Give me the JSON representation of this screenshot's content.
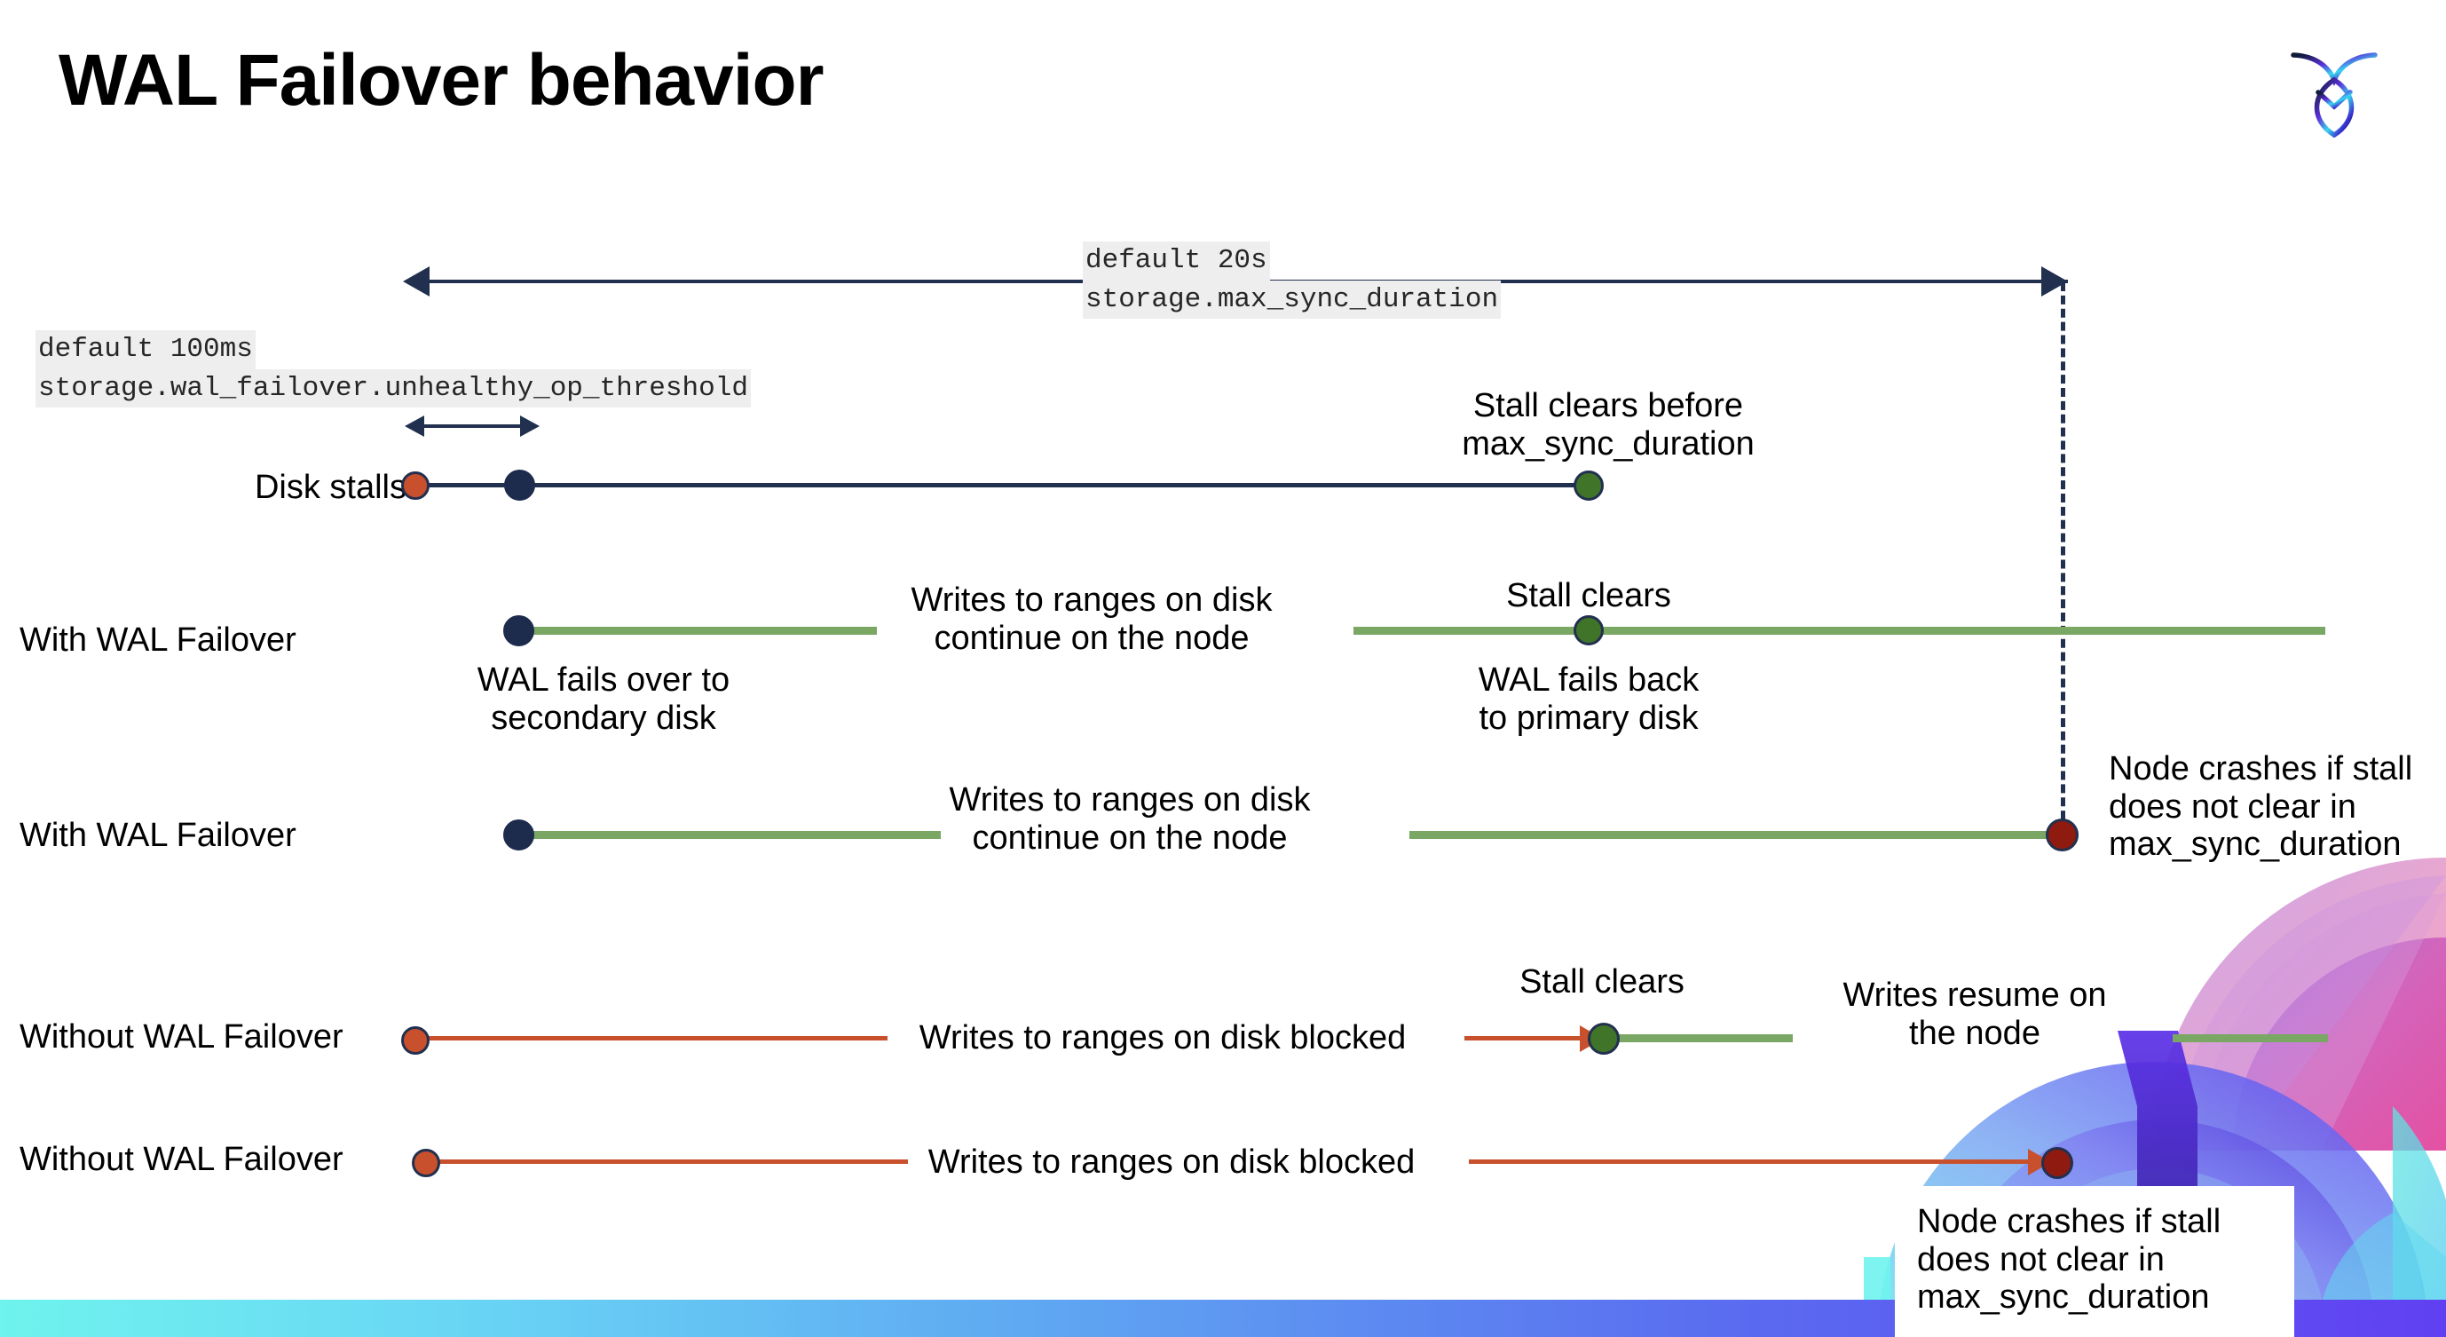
{
  "slide": {
    "title": "WAL Failover behavior",
    "logo": "cockroach-labs-logo"
  },
  "annotations": {
    "max_sync": {
      "line1": "default 20s",
      "line2": "storage.max_sync_duration"
    },
    "unhealthy": {
      "line1": "default 100ms",
      "line2": "storage.wal_failover.unhealthy_op_threshold"
    }
  },
  "rows": [
    {
      "label": "Disk stalls",
      "note_right": "Stall clears before\nmax_sync_duration"
    },
    {
      "label": "With WAL Failover",
      "note_start": "WAL fails over to\nsecondary disk",
      "note_mid": "Writes to ranges on disk\ncontinue on the node",
      "note_clear": "Stall clears",
      "note_back": "WAL fails  back\nto primary disk"
    },
    {
      "label": "With WAL Failover",
      "note_mid": "Writes to ranges on disk\ncontinue on the node",
      "note_crash": "Node crashes if stall\ndoes not clear in\nmax_sync_duration"
    },
    {
      "label": "Without WAL Failover",
      "note_mid": "Writes to ranges on disk  blocked",
      "note_clear": "Stall clears",
      "note_resume": "Writes resume on\nthe node"
    },
    {
      "label": "Without WAL Failover",
      "note_mid": "Writes to ranges on disk  blocked",
      "note_crash": "Node crashes if stall\ndoes not clear in\nmax_sync_duration"
    }
  ],
  "colors": {
    "navy": "#22304f",
    "green": "#7aa763",
    "orange": "#c8502c",
    "dot_green": "#3f7429",
    "dot_dark_red": "#8e1a10",
    "code_bg": "#eeeeee",
    "bar_left": "#6ff3ee",
    "bar_right": "#6040f2"
  }
}
